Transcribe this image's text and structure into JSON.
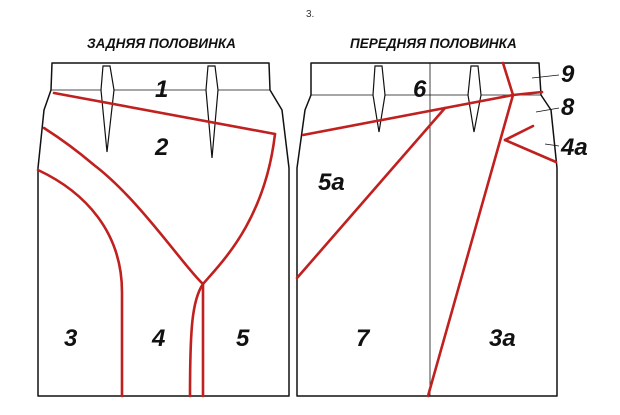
{
  "figure_number": "3.",
  "back_half": {
    "title": "ЗАДНЯЯ ПОЛОВИНКА",
    "pieces": [
      "1",
      "2",
      "3",
      "4",
      "5"
    ]
  },
  "front_half": {
    "title": "ПЕРЕДНЯЯ ПОЛОВИНКА",
    "pieces": [
      "6",
      "5а",
      "7",
      "3а",
      "9",
      "8",
      "4а"
    ]
  },
  "colors": {
    "outline": "#111111",
    "cut_line": "#c0201e",
    "background": "#ffffff"
  }
}
